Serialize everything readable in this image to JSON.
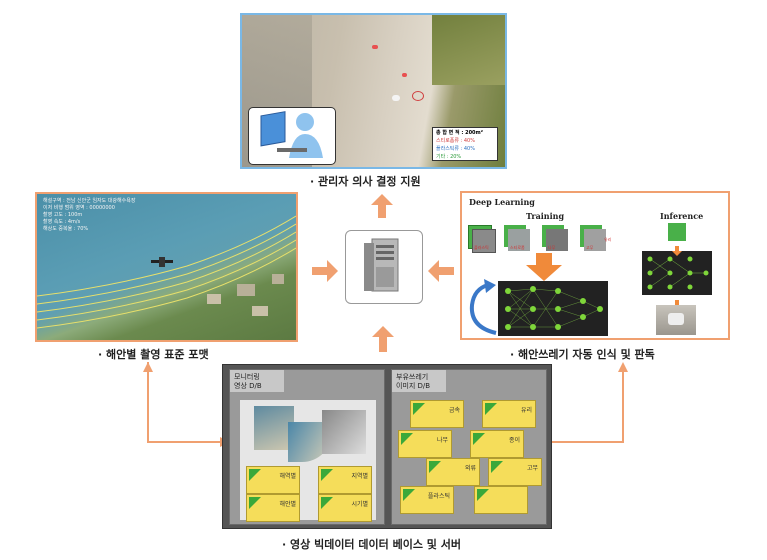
{
  "captions": {
    "decision": "· 관리자 의사 결정 지원",
    "format": "· 해안별 촬영 표준 포맷",
    "recognition": "· 해안쓰레기 자동 인식 및 판독",
    "database": "· 영상 빅데이터 데이터 베이스 및 서버"
  },
  "satellite": {
    "info_lines": [
      "해설구역 : 전남 신안군 임자도 대광해수욕장",
      "이저 비행 범위 영역 : 00000000",
      "촬영 고도 : 100m",
      "촬영 속도 : 4m/s",
      "해상도 중복율 : 70%"
    ]
  },
  "aerial": {
    "legend_title": "총 합 면 적 : 200m²",
    "legend_items": [
      "스티로폼류 : 40%",
      "플라스틱류 : 40%",
      "기타 : 20%"
    ]
  },
  "deep_learning": {
    "title": "Deep Learning",
    "training": "Training",
    "inference": "Inference",
    "train_thumb_labels": [
      "플라스틱",
      "스티로폼",
      "나무",
      "고무",
      "유리"
    ]
  },
  "db_left": {
    "header_lines": [
      "모니터링",
      "영상 D/B"
    ],
    "cards": [
      "해역별",
      "지역별",
      "해안별",
      "시기별"
    ]
  },
  "db_right": {
    "header_lines": [
      "부유쓰레기",
      "이미지 D/B"
    ],
    "cards": [
      "금속",
      "유리",
      "나무",
      "종이",
      "외류",
      "고무",
      "플라스틱",
      ""
    ]
  },
  "colors": {
    "arrow": "#f0a070",
    "panel_border": "#f0a070",
    "db_bg": "#555555",
    "card_yellow": "#f5dd5a",
    "node_green": "#7fd63a"
  }
}
